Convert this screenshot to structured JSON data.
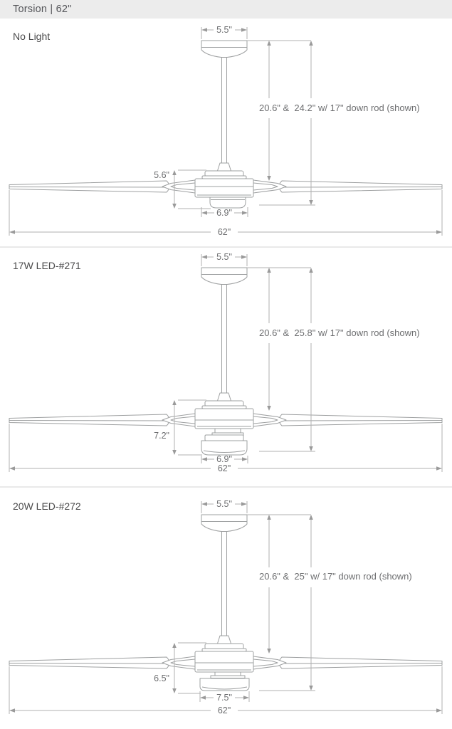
{
  "page": {
    "title": "Torsion | 62\""
  },
  "sections": [
    {
      "label": "No Light",
      "dims": {
        "canopy_width": "5.5\"",
        "drop_note": "20.6\" &  24.2\" w/ 17\" down rod (shown)",
        "body_height": "5.6\"",
        "body_width": "6.9\"",
        "blade_span": "62\""
      }
    },
    {
      "label": "17W LED-#271",
      "dims": {
        "canopy_width": "5.5\"",
        "drop_note": "20.6\" &  25.8\" w/ 17\" down rod (shown)",
        "body_height": "7.2\"",
        "body_width": "6.9\"",
        "blade_span": "62\""
      }
    },
    {
      "label": "20W LED-#272",
      "dims": {
        "canopy_width": "5.5\"",
        "drop_note": "20.6\" &  25\" w/ 17\" down rod (shown)",
        "body_height": "6.5\"",
        "body_width": "7.5\"",
        "blade_span": "62\""
      }
    }
  ]
}
